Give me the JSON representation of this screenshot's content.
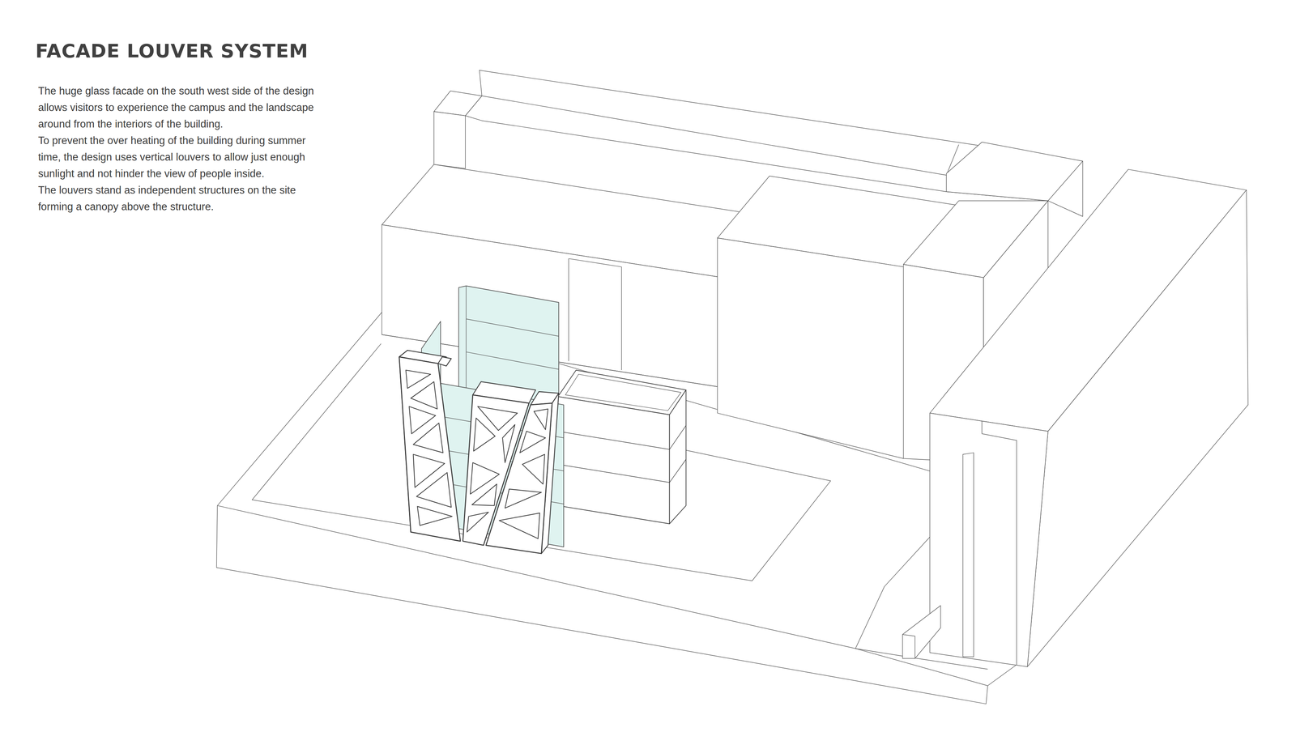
{
  "diagram": {
    "title": "FACADE LOUVER SYSTEM",
    "labels": [
      "The huge glass facade on the south west side of the design allows visitors to experience the campus and the landscape around from the interiors of the building.",
      "To prevent the over heating of the building during summer time, the design uses vertical louvers to allow just enough sunlight and not hinder the view of people inside.",
      "The louvers stand as independent structures on the site forming a canopy above the structure."
    ]
  }
}
